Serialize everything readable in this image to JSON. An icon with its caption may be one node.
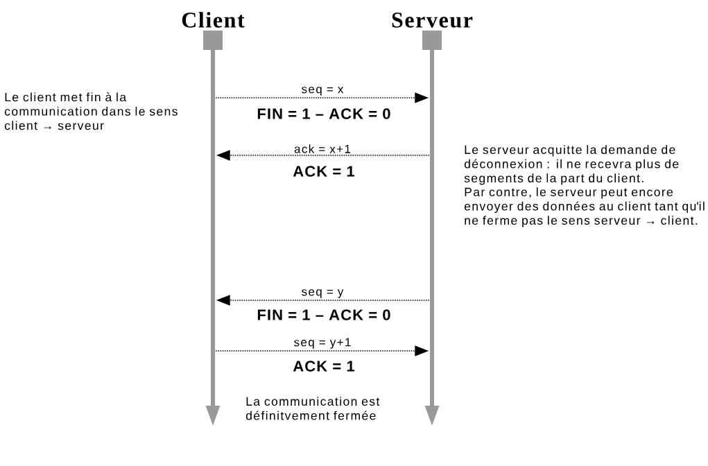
{
  "diagram": {
    "nodes": [
      {
        "text": [
          "Client"
        ]
      },
      {
        "text": [
          "Serveur"
        ]
      }
    ],
    "edges": [
      {
        "from": 0,
        "to": 1,
        "arrow": "to",
        "style": "dashed",
        "label": "seq = x"
      },
      {
        "from": 1,
        "to": 0,
        "arrow": "to",
        "style": "dashed",
        "label": "ack = x+1"
      },
      {
        "from": 1,
        "to": 0,
        "arrow": "to",
        "style": "dashed",
        "label": "seq = y"
      },
      {
        "from": 0,
        "to": 1,
        "arrow": "to",
        "style": "dashed",
        "label": "seq = y+1"
      }
    ],
    "labels": [
      "Le client met fin à la communication dans le sens client → serveur",
      "FIN = 1 – ACK = 0",
      "Le serveur acquitte la demande de déconnexion : il ne recevra plus de segments de la part du client.",
      "ACK = 1",
      "Par contre, le serveur peut encore envoyer des données au client tant qu'il ne ferme pas le sens serveur → client.",
      "FIN = 1 – ACK = 0",
      "ACK = 1",
      "La communication est définitvement fermée"
    ]
  }
}
